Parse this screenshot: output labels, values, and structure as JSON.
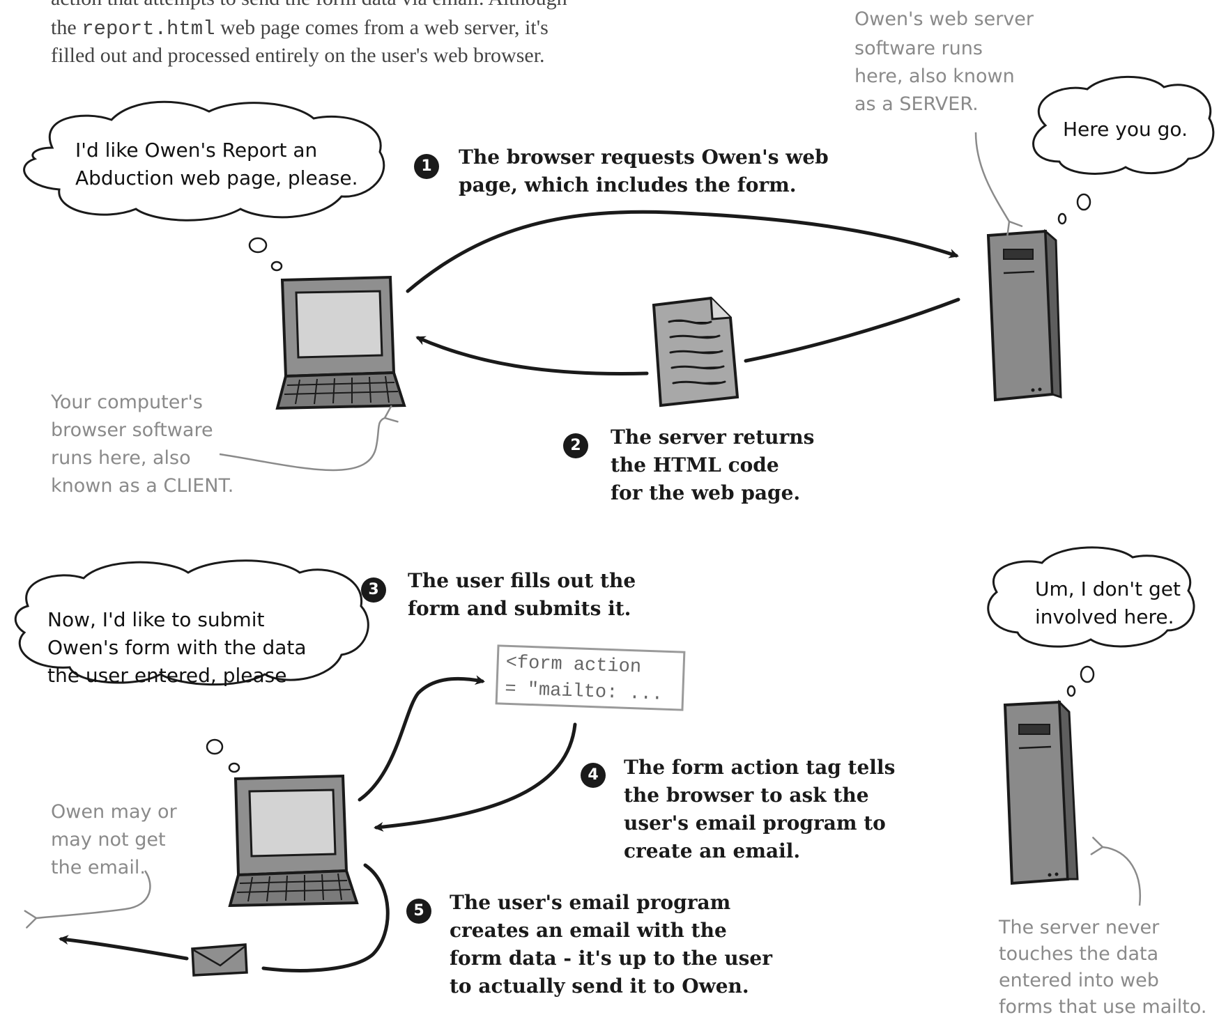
{
  "intro": {
    "line1": "action that attempts to send the form data via email. Although",
    "line2_a": "the ",
    "line2_code": "report.html",
    "line2_b": " web page comes from a web server, it's",
    "line3": "filled out and processed entirely on the user's web browser."
  },
  "top_section": {
    "client_bubble": [
      "I'd like Owen's Report an",
      "Abduction web page, please."
    ],
    "server_bubble": [
      "Here you go."
    ],
    "server_note": [
      "Owen's web server",
      "software runs",
      "here, also known",
      "as a SERVER."
    ],
    "client_note": [
      "Your computer's",
      "browser software",
      "runs here, also",
      "known as a CLIENT."
    ],
    "step1": {
      "number": "1",
      "lines": [
        "The browser requests Owen's web",
        "page, which includes the form."
      ]
    },
    "step2": {
      "number": "2",
      "lines": [
        "The server returns",
        "the HTML code",
        "for the web page."
      ]
    }
  },
  "bottom_section": {
    "client_bubble": [
      "Now, I'd like to submit",
      "Owen's form with the data",
      "the user entered, please"
    ],
    "server_bubble": [
      "Um, I don't get",
      "involved here."
    ],
    "email_note": [
      "Owen may or",
      "may not get",
      "the email."
    ],
    "server_note": [
      "The server never",
      "touches the data",
      "entered into web",
      "forms that use mailto."
    ],
    "code_snippet": [
      "<form action",
      "= \"mailto: ..."
    ],
    "step3": {
      "number": "3",
      "lines": [
        "The user fills out the",
        "form and submits it."
      ]
    },
    "step4": {
      "number": "4",
      "lines": [
        "The form action tag tells",
        "the browser to ask the",
        "user's email program to",
        "create an email."
      ]
    },
    "step5": {
      "number": "5",
      "lines": [
        "The user's email program",
        "creates an email with the",
        "form data - it's up to the user",
        "to actually send it to Owen."
      ]
    }
  },
  "icons": [
    "laptop-computer-icon",
    "server-tower-icon",
    "html-document-icon",
    "envelope-icon",
    "thought-bubble-icon"
  ]
}
